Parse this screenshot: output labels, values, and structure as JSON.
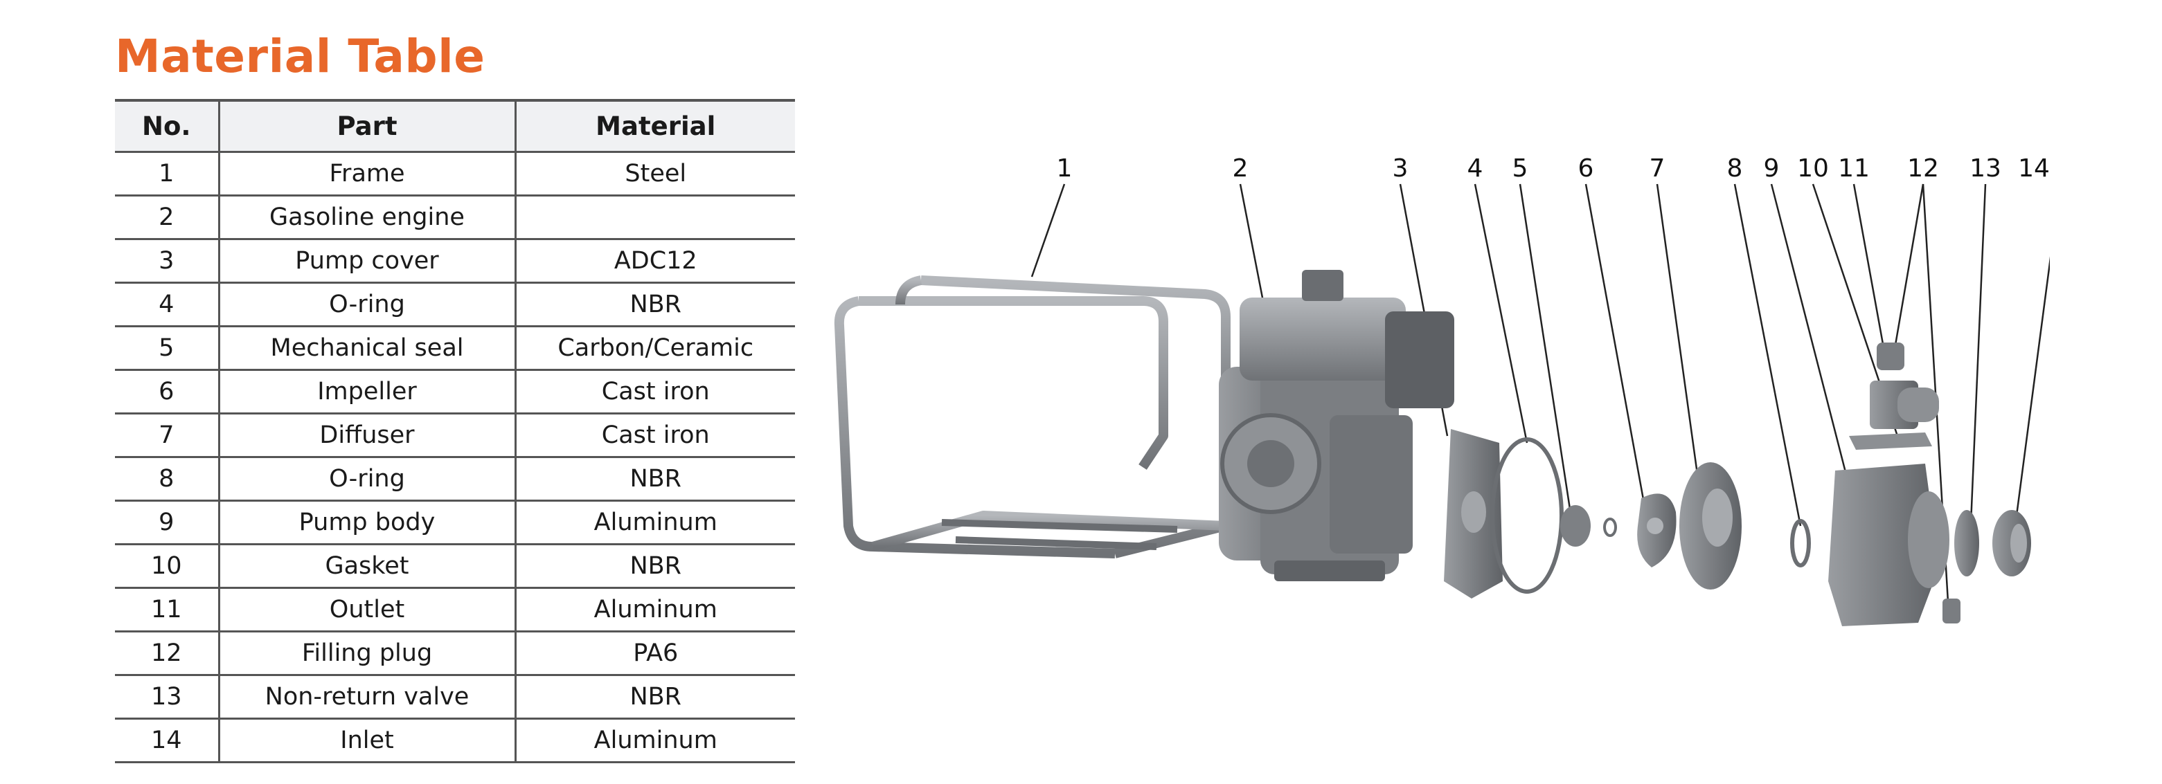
{
  "title": "Material Table",
  "table": {
    "headers": [
      "No.",
      "Part",
      "Material"
    ],
    "rows": [
      [
        "1",
        "Frame",
        "Steel"
      ],
      [
        "2",
        "Gasoline engine",
        ""
      ],
      [
        "3",
        "Pump cover",
        "ADC12"
      ],
      [
        "4",
        "O-ring",
        "NBR"
      ],
      [
        "5",
        "Mechanical seal",
        "Carbon/Ceramic"
      ],
      [
        "6",
        "Impeller",
        "Cast iron"
      ],
      [
        "7",
        "Diffuser",
        "Cast iron"
      ],
      [
        "8",
        "O-ring",
        "NBR"
      ],
      [
        "9",
        "Pump body",
        "Aluminum"
      ],
      [
        "10",
        "Gasket",
        "NBR"
      ],
      [
        "11",
        "Outlet",
        "Aluminum"
      ],
      [
        "12",
        "Filling plug",
        "PA6"
      ],
      [
        "13",
        "Non-return valve",
        "NBR"
      ],
      [
        "14",
        "Inlet",
        "Aluminum"
      ]
    ]
  },
  "diagram": {
    "callouts": [
      "1",
      "2",
      "3",
      "4",
      "5",
      "6",
      "7",
      "8",
      "9",
      "10",
      "11",
      "12",
      "13",
      "14"
    ]
  },
  "colors": {
    "title": "#e8672a",
    "parts": "#8a8d91",
    "header_bg": "#f0f1f3"
  }
}
